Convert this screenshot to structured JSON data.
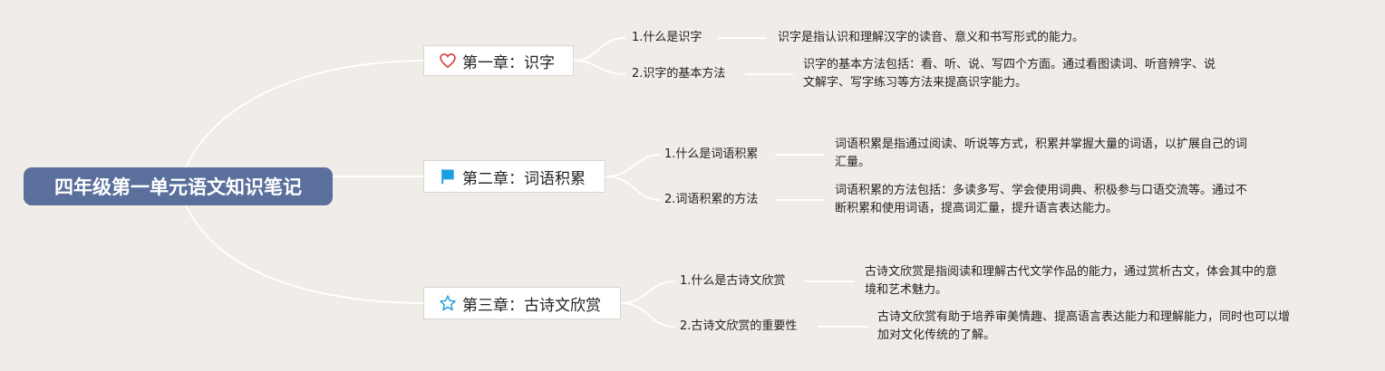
{
  "root": {
    "title": "四年级第一单元语文知识笔记"
  },
  "colors": {
    "background": "#f0ece7",
    "root_fill": "#5a6f9b",
    "line": "#ffffff",
    "heart_icon": "#d9393f",
    "flag_icon": "#1a9ee6",
    "star_icon": "#29a3d8"
  },
  "chapters": [
    {
      "title": "第一章：识字",
      "icon": "heart-icon",
      "topics": [
        {
          "label": "1.什么是识字",
          "desc": "识字是指认识和理解汉字的读音、意义和书写形式的能力。"
        },
        {
          "label": "2.识字的基本方法",
          "desc_lines": [
            "识字的基本方法包括：看、听、说、写四个方面。通过看图读词、听音辨字、说",
            "文解字、写字练习等方法来提高识字能力。"
          ]
        }
      ]
    },
    {
      "title": "第二章：词语积累",
      "icon": "flag-icon",
      "topics": [
        {
          "label": "1.什么是词语积累",
          "desc_lines": [
            "词语积累是指通过阅读、听说等方式，积累并掌握大量的词语，以扩展自己的词",
            "汇量。"
          ]
        },
        {
          "label": "2.词语积累的方法",
          "desc_lines": [
            "词语积累的方法包括：多读多写、学会使用词典、积极参与口语交流等。通过不",
            "断积累和使用词语，提高词汇量，提升语言表达能力。"
          ]
        }
      ]
    },
    {
      "title": "第三章：古诗文欣赏",
      "icon": "star-icon",
      "topics": [
        {
          "label": "1.什么是古诗文欣赏",
          "desc_lines": [
            "古诗文欣赏是指阅读和理解古代文学作品的能力，通过赏析古文，体会其中的意",
            "境和艺术魅力。"
          ]
        },
        {
          "label": "2.古诗文欣赏的重要性",
          "desc_lines": [
            "古诗文欣赏有助于培养审美情趣、提高语言表达能力和理解能力，同时也可以增",
            "加对文化传统的了解。"
          ]
        }
      ]
    }
  ]
}
